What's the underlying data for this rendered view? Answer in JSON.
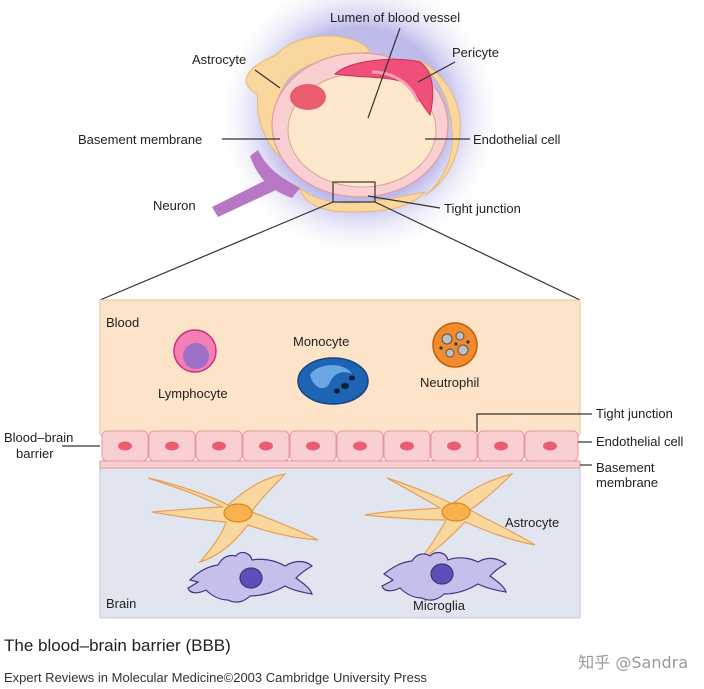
{
  "top": {
    "lumen": "Lumen of blood vessel",
    "pericyte": "Pericyte",
    "astrocyte": "Astrocyte",
    "basement_membrane": "Basement membrane",
    "endothelial_cell": "Endothelial cell",
    "neuron": "Neuron",
    "tight_junction": "Tight junction"
  },
  "zoom": {
    "blood": "Blood",
    "brain": "Brain",
    "lymphocyte": "Lymphocyte",
    "monocyte": "Monocyte",
    "neutrophil": "Neutrophil",
    "bbb_line1": "Blood–brain",
    "bbb_line2": "barrier",
    "tight_junction": "Tight junction",
    "endothelial_cell": "Endothelial cell",
    "basement_line1": "Basement",
    "basement_line2": "membrane",
    "astrocyte": "Astrocyte",
    "microglia": "Microglia"
  },
  "caption": {
    "title": "The blood–brain barrier (BBB)",
    "credit": "Expert Reviews in Molecular Medicine©2003 Cambridge University Press"
  },
  "watermark": "知乎 @Sandra",
  "colors": {
    "blood_bg": "#fde3c8",
    "brain_bg": "#e1e5f0",
    "endothelial": "#f9cfd2",
    "nucleus": "#ea5d6e",
    "astrocyte": "#fbd7a0",
    "pericyte": "#f04f78",
    "microglia": "#8f87cf",
    "neuron": "#b877c4",
    "monocyte": "#1f63b4",
    "neutrophil": "#f28b2d"
  }
}
